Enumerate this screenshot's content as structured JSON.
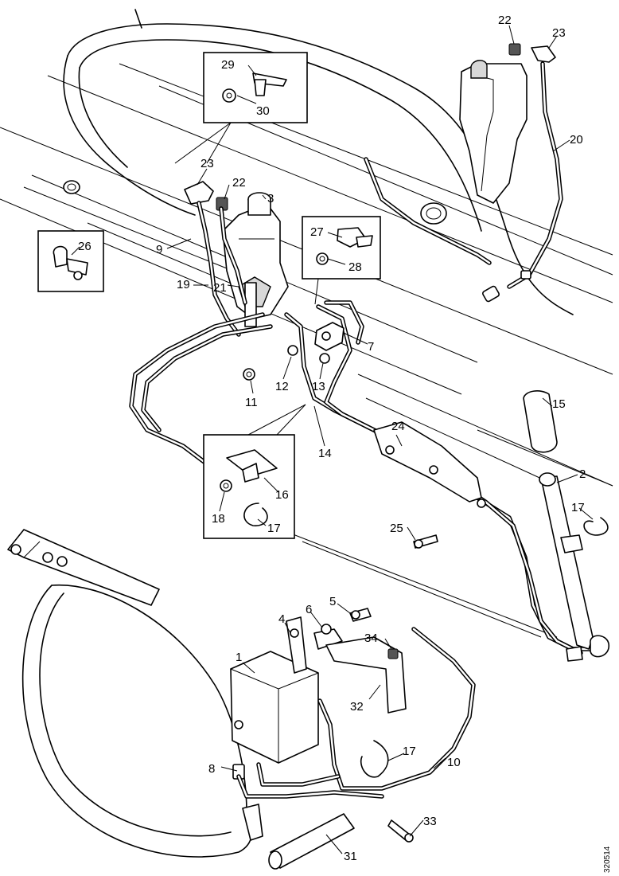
{
  "diagram": {
    "labels": {
      "p1": "1",
      "p2": "2",
      "p3": "3",
      "p4": "4",
      "p5": "5",
      "p6": "6",
      "p7": "7",
      "p8": "8",
      "p9": "9",
      "p10": "10",
      "p11": "11",
      "p12": "12",
      "p13": "13",
      "p14": "14",
      "p15": "15",
      "p16": "16",
      "p17a": "17",
      "p17b": "17",
      "p17c": "17",
      "p18": "18",
      "p19": "19",
      "p20": "20",
      "p21": "21",
      "p22a": "22",
      "p22b": "22",
      "p23a": "23",
      "p23b": "23",
      "p24": "24",
      "p25": "25",
      "p26": "26",
      "p27": "27",
      "p28": "28",
      "p29": "29",
      "p30": "30",
      "p31": "31",
      "p32": "32",
      "p33": "33",
      "p34": "34"
    },
    "drawing_number": "320514"
  }
}
